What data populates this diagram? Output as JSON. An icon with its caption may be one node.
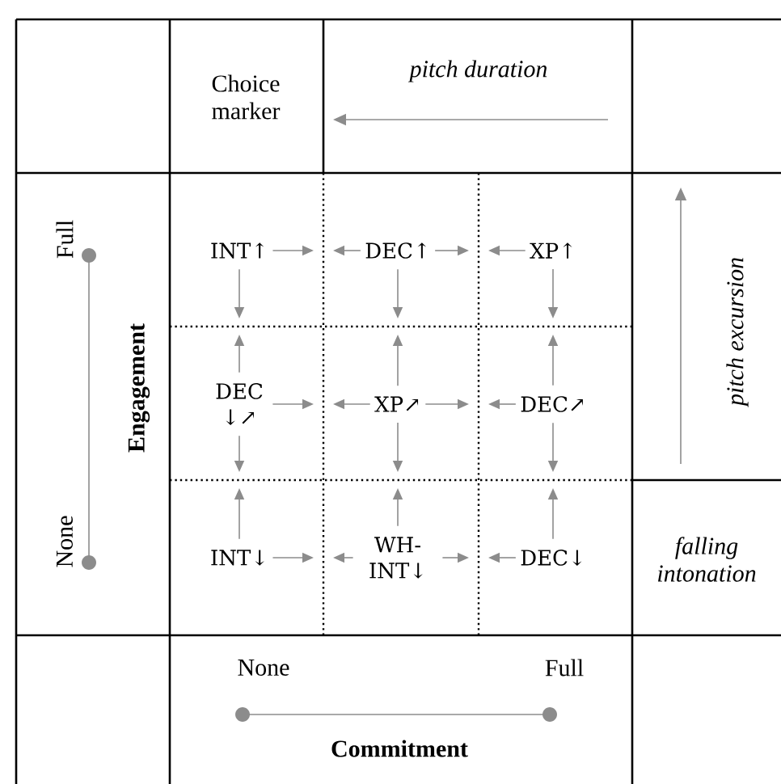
{
  "diagram": {
    "nodes": [
      {
        "text": [
          "INT↑"
        ]
      },
      {
        "text": [
          "DEC↑"
        ]
      },
      {
        "text": [
          "XP↑"
        ]
      },
      {
        "text": [
          "DEC ↓↗"
        ]
      },
      {
        "text": [
          "XP↗"
        ]
      },
      {
        "text": [
          "DEC↗"
        ]
      },
      {
        "text": [
          "INT↓"
        ]
      },
      {
        "text": [
          "WH-INT↓"
        ]
      },
      {
        "text": [
          "DEC↓"
        ]
      }
    ],
    "edges": [
      {
        "from": 0,
        "to": null,
        "arrow": "to"
      },
      {
        "from": 0,
        "to": null,
        "arrow": "to"
      },
      {
        "from": 1,
        "to": null,
        "arrow": "to"
      },
      {
        "from": 1,
        "to": null,
        "arrow": "to"
      },
      {
        "from": 1,
        "to": null,
        "arrow": "to"
      },
      {
        "from": 2,
        "to": null,
        "arrow": "to"
      },
      {
        "from": 2,
        "to": null,
        "arrow": "to"
      },
      {
        "from": 3,
        "to": null,
        "arrow": "to"
      },
      {
        "from": 3,
        "to": null,
        "arrow": "to"
      },
      {
        "from": 3,
        "to": null,
        "arrow": "to"
      },
      {
        "from": 4,
        "to": null,
        "arrow": "to"
      },
      {
        "from": 4,
        "to": null,
        "arrow": "to"
      },
      {
        "from": 4,
        "to": null,
        "arrow": "to"
      },
      {
        "from": 4,
        "to": null,
        "arrow": "to"
      },
      {
        "from": 5,
        "to": null,
        "arrow": "to"
      },
      {
        "from": 5,
        "to": null,
        "arrow": "to"
      },
      {
        "from": 5,
        "to": null,
        "arrow": "to"
      },
      {
        "from": 6,
        "to": null,
        "arrow": "to"
      },
      {
        "from": 6,
        "to": null,
        "arrow": "to"
      },
      {
        "from": 7,
        "to": null,
        "arrow": "to"
      },
      {
        "from": 7,
        "to": null,
        "arrow": "to"
      },
      {
        "from": 7,
        "to": null,
        "arrow": "to"
      },
      {
        "from": 8,
        "to": null,
        "arrow": "to"
      },
      {
        "from": 8,
        "to": null,
        "arrow": "to"
      }
    ],
    "labels": [
      "Choice marker",
      "pitch duration",
      "Full",
      "Engagement",
      "pitch excursion",
      "None",
      "falling intonation",
      "None",
      "Full",
      "Commitment"
    ]
  }
}
